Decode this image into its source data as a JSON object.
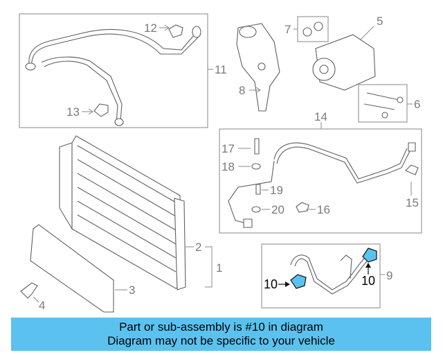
{
  "diagram": {
    "callouts": {
      "c1": "1",
      "c2": "2",
      "c3": "3",
      "c4": "4",
      "c5": "5",
      "c6": "6",
      "c7": "7",
      "c8": "8",
      "c9": "9",
      "c10a": "10",
      "c10b": "10",
      "c11": "11",
      "c12": "12",
      "c13": "13",
      "c14": "14",
      "c15": "15",
      "c16": "16",
      "c17": "17",
      "c18": "18",
      "c19": "19",
      "c20": "20"
    },
    "highlight_color": "#5bc2ef"
  },
  "banner": {
    "line1": "Part or sub-assembly is #10 in diagram",
    "line2": "Diagram may not be specific to your vehicle",
    "background": "#5bc2ef"
  }
}
